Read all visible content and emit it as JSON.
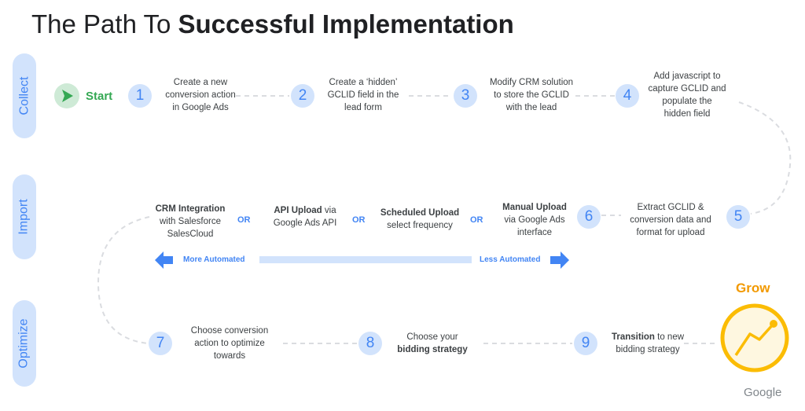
{
  "title": {
    "prefix": "The Path To ",
    "bold": "Successful Implementation"
  },
  "phases": [
    "Collect",
    "Import",
    "Optimize"
  ],
  "start_label": "Start",
  "steps": [
    {
      "num": "1",
      "text": "Create a new\nconversion action\nin Google Ads"
    },
    {
      "num": "2",
      "text": "Create a ‘hidden’\nGCLID field in the\nlead form"
    },
    {
      "num": "3",
      "text": "Modify CRM solution\nto store the GCLID\nwith the lead"
    },
    {
      "num": "4",
      "text": "Add javascript to\ncapture GCLID and\npopulate the\nhidden field"
    },
    {
      "num": "5",
      "text": "Extract GCLID &\nconversion data and\nformat for upload"
    },
    {
      "num": "6",
      "bold": "Manual Upload",
      "text": "via Google Ads\ninterface"
    },
    {
      "num": "7",
      "text": "Choose conversion\naction to optimize\ntowards"
    },
    {
      "num": "8",
      "text": "Choose your",
      "bold": "bidding strategy"
    },
    {
      "num": "9",
      "bold": "Transition",
      "text": " to new\nbidding strategy"
    }
  ],
  "upload_options": [
    {
      "bold": "CRM Integration",
      "text": "with Salesforce\nSalesCloud"
    },
    {
      "bold": "API Upload",
      "text": " via\nGoogle Ads API"
    },
    {
      "bold": "Scheduled Upload",
      "text": "select frequency"
    }
  ],
  "or_label": "OR",
  "more_automated": "More Automated",
  "less_automated": "Less Automated",
  "grow_label": "Grow",
  "google_label": "Google",
  "colors": {
    "accent": "#4285f4",
    "light_blue": "#d2e3fc",
    "green": "#34a853",
    "yellow": "#fbbc04",
    "orange": "#f29900"
  }
}
